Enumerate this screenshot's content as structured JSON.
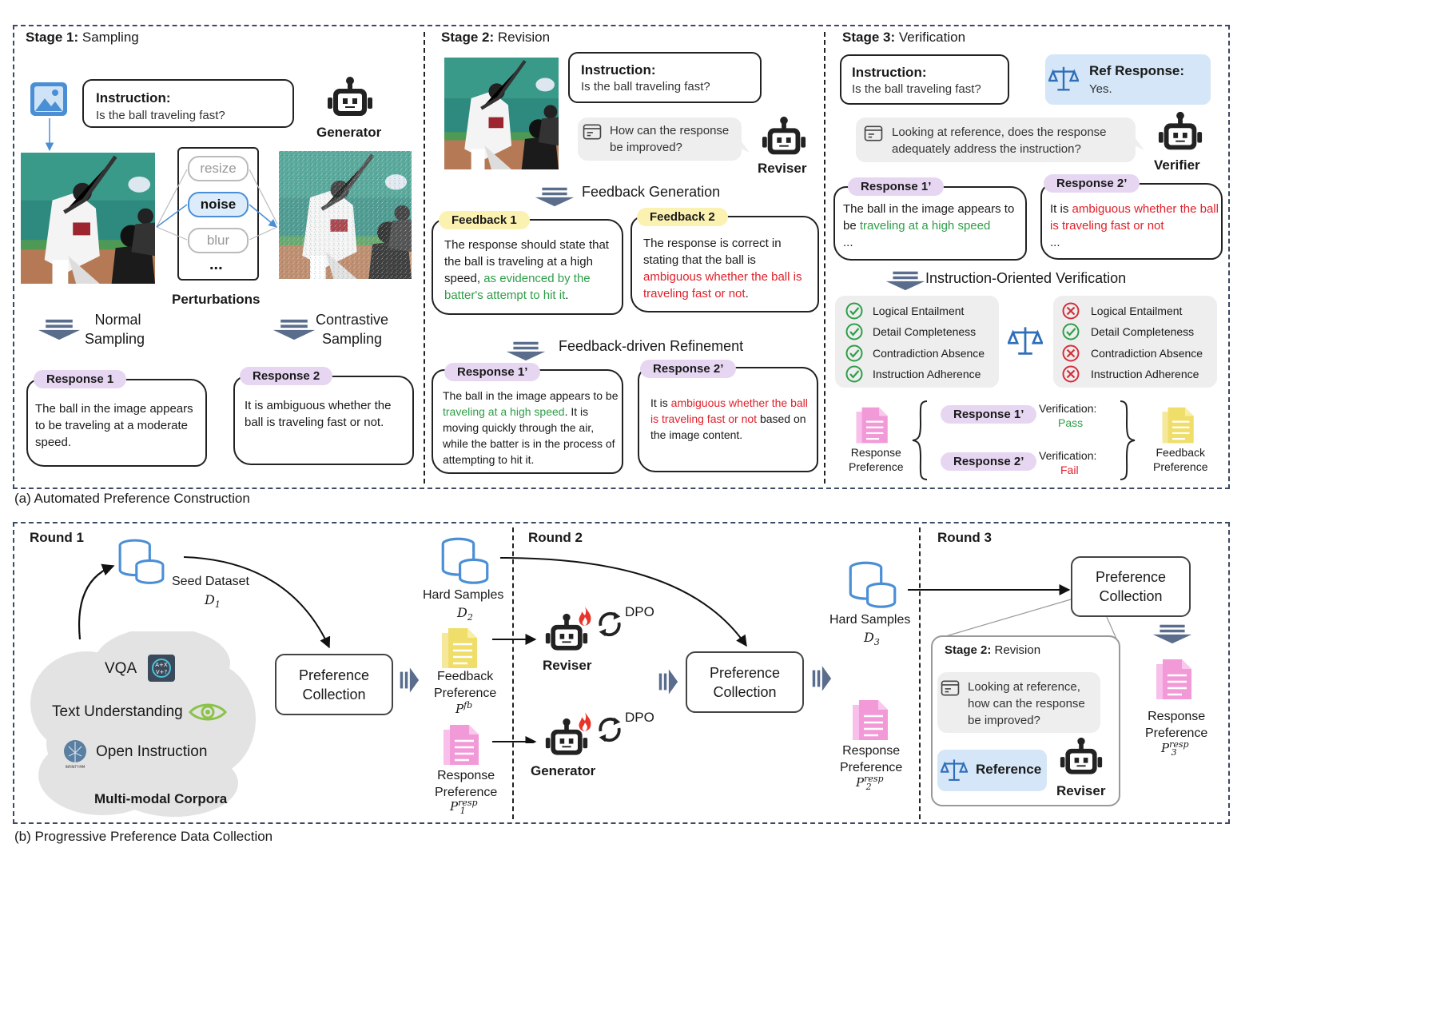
{
  "panel_a": {
    "caption": "(a) Automated Preference Construction",
    "stage1": {
      "title_bold": "Stage 1:",
      "title_rest": " Sampling",
      "instruction_label": "Instruction:",
      "instruction_text": "Is the ball traveling fast?",
      "generator_label": "Generator",
      "perturbations": [
        "resize",
        "noise",
        "blur",
        "..."
      ],
      "perturbations_label": "Perturbations",
      "normal_sampling": [
        "Normal",
        "Sampling"
      ],
      "contrastive_sampling": [
        "Contrastive",
        "Sampling"
      ],
      "response1_tag": "Response 1",
      "response1_text": "The ball in the image appears to be traveling at a moderate speed.",
      "response2_tag": "Response 2",
      "response2_text": "It is ambiguous whether the ball is traveling fast or not."
    },
    "stage2": {
      "title_bold": "Stage 2:",
      "title_rest": " Revision",
      "instruction_label": "Instruction:",
      "instruction_text": "Is the ball traveling fast?",
      "question": "How can the response be improved?",
      "reviser_label": "Reviser",
      "feedback_generation": "Feedback Generation",
      "feedback1_tag": "Feedback 1",
      "feedback1_plain": "The response should state that the ball is traveling at a high speed, ",
      "feedback1_green": "as evidenced by the batter's attempt to hit it",
      "feedback1_end": ".",
      "feedback2_tag": "Feedback 2",
      "feedback2_plain": "The response is correct in stating that the ball is ",
      "feedback2_red": "ambiguous whether the ball is traveling fast or not",
      "feedback2_end": ".",
      "refinement_label": "Feedback-driven Refinement",
      "resp1p_tag": "Response 1’",
      "resp1p_a": "The ball in the image appears to be ",
      "resp1p_green": "traveling at a high speed",
      "resp1p_b": ". It is moving quickly through the air, while the batter is in the process of attempting to hit it.",
      "resp2p_tag": "Response 2’",
      "resp2p_a": "It is ",
      "resp2p_red": "ambiguous whether the ball is traveling fast or not",
      "resp2p_b": " based on the image content."
    },
    "stage3": {
      "title_bold": "Stage 3:",
      "title_rest": " Verification",
      "instruction_label": "Instruction:",
      "instruction_text": "Is the ball traveling fast?",
      "ref_label": "Ref Response:",
      "ref_text": "Yes.",
      "question": "Looking at reference, does the response adequately address the instruction?",
      "verifier_label": "Verifier",
      "resp1p_tag": "Response 1’",
      "resp1p_a": "The ball in the image appears to be ",
      "resp1p_green": "traveling at a high speed",
      "resp1p_b": "...",
      "resp2p_tag": "Response 2’",
      "resp2p_a": "It is ",
      "resp2p_red": "ambiguous whether the ball is traveling fast or not",
      "resp2p_b": "...",
      "verification_label": "Instruction-Oriented Verification",
      "criteria": [
        "Logical Entailment",
        "Detail Completeness",
        "Contradiction Absence",
        "Instruction Adherence"
      ],
      "response_pref_label": [
        "Response",
        "Preference"
      ],
      "feedback_pref_label": [
        "Feedback",
        "Preference"
      ],
      "ver1_tag": "Response 1’",
      "ver1_label": "Verification:",
      "ver1_result": "Pass",
      "ver2_tag": "Response 2’",
      "ver2_label": "Verification:",
      "ver2_result": "Fail"
    }
  },
  "panel_b": {
    "caption": "(b) Progressive Preference Data Collection",
    "round1": "Round 1",
    "round2": "Round 2",
    "round3": "Round 3",
    "seed_dataset": "Seed Dataset",
    "d1": "D",
    "d1_sub": "1",
    "corpora": [
      "VQA",
      "Text Understanding",
      "Open Instruction"
    ],
    "corpora_label": "Multi-modal Corpora",
    "infinity_logo_text": "INFINITY-MM",
    "pref_collection": [
      "Preference",
      "Collection"
    ],
    "hard_samples": "Hard Samples",
    "d2_sub": "2",
    "d3_sub": "3",
    "feedback_pref": [
      "Feedback",
      "Preference"
    ],
    "p_fb_sup": "fb",
    "response_pref": [
      "Response",
      "Preference"
    ],
    "p_resp_sup": "resp",
    "p1_sub": "1",
    "p2_sub": "2",
    "p3_sub": "3",
    "p_letter": "P",
    "reviser_label": "Reviser",
    "generator_label": "Generator",
    "dpo": "DPO",
    "inset_title_bold": "Stage 2:",
    "inset_title_rest": " Revision",
    "inset_question": "Looking at reference, how can the response be improved?",
    "inset_reference": "Reference",
    "inset_reviser": "Reviser"
  },
  "colors": {
    "green": "#2e9e48",
    "red": "#e0202a",
    "purple_tag": "#e6d6f2",
    "yellow_tag": "#fbf1b0",
    "ref_blue": "#d4e6f7",
    "db_blue": "#4a8fd6",
    "doc_pink": "#f29ad8",
    "doc_yellow": "#f0de6a"
  },
  "icons": [
    "image-icon",
    "robot-icon",
    "scales-icon",
    "check-icon",
    "cross-icon",
    "database-icon",
    "document-icon",
    "flame-icon",
    "cycle-arrows-icon",
    "chat-icon",
    "eye-icon",
    "brain-logo"
  ]
}
